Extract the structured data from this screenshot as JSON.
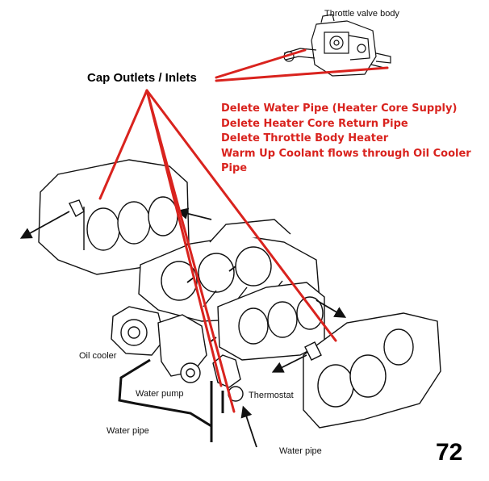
{
  "labels": {
    "throttle_valve_body": "Throttle valve body",
    "cap_outlets_inlets": "Cap Outlets / Inlets",
    "oil_cooler": "Oil cooler",
    "water_pump": "Water pump",
    "water_pipe_left": "Water pipe",
    "thermostat": "Thermostat",
    "water_pipe_bottom": "Water pipe"
  },
  "notes": [
    "Delete Water Pipe (Heater Core Supply)",
    "Delete Heater Core Return Pipe",
    "Delete Throttle Body Heater",
    "Warm Up Coolant flows through Oil Cooler",
    "Pipe"
  ],
  "page_number": "72",
  "colors": {
    "annotation_red": "#d9231e",
    "line_drawing": "#111111",
    "background": "#ffffff"
  }
}
